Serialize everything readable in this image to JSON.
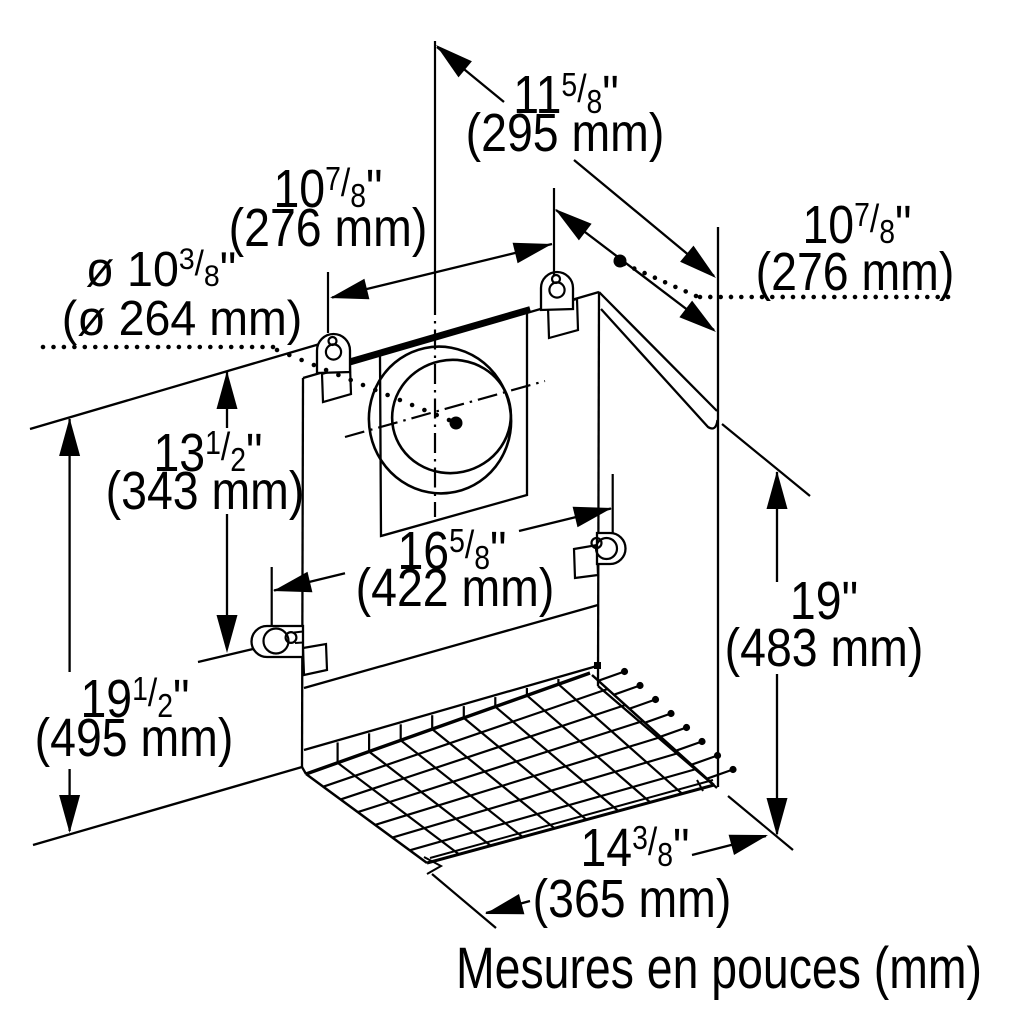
{
  "diagram": {
    "type": "technical-dimension-drawing",
    "subject": "wall-mounted blower housing with duct collar, keyhole brackets and wire grille",
    "caption": "Mesures en pouces (mm)",
    "colors": {
      "ink": "#000000",
      "background": "#ffffff"
    },
    "dims": {
      "top_depth": {
        "int": "11",
        "num": "5",
        "slash": "/",
        "den": "8",
        "mark": "\"",
        "metric": "(295 mm)"
      },
      "front_bracket_spacing": {
        "int": "10",
        "num": "7",
        "slash": "/",
        "den": "8",
        "mark": "\"",
        "metric": "(276 mm)"
      },
      "duct_diameter": {
        "prefix": "ø ",
        "int": "10",
        "num": "3",
        "slash": "/",
        "den": "8",
        "mark": "\"",
        "metric": "(ø 264 mm)"
      },
      "wall_to_bracket": {
        "int": "13",
        "num": "1",
        "slash": "/",
        "den": "2",
        "mark": "\"",
        "metric": "(343 mm)"
      },
      "overall_height": {
        "int": "19",
        "num": "1",
        "slash": "/",
        "den": "2",
        "mark": "\"",
        "metric": "(495 mm)"
      },
      "side_bracket_spacing": {
        "int": "16",
        "num": "5",
        "slash": "/",
        "den": "8",
        "mark": "\"",
        "metric": "(422 mm)"
      },
      "rear_bracket_offset": {
        "int": "10",
        "num": "7",
        "slash": "/",
        "den": "8",
        "mark": "\"",
        "metric": "(276 mm)"
      },
      "body_height": {
        "int": "19",
        "mark": "\"",
        "metric": "(483 mm)"
      },
      "bottom_depth": {
        "int": "14",
        "num": "3",
        "slash": "/",
        "den": "8",
        "mark": "\"",
        "metric": "(365 mm)"
      }
    }
  }
}
